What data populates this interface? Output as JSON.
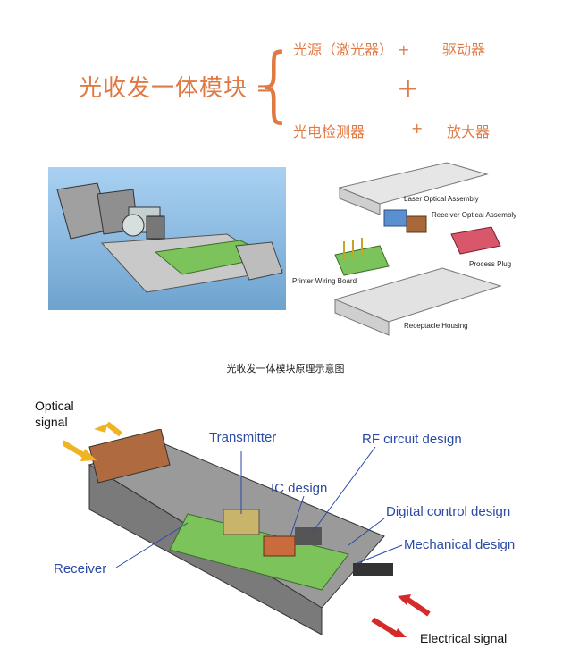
{
  "formula": {
    "left": "光收发一体模块 =",
    "row1_left": "光源（激光器） +",
    "row1_right": "驱动器",
    "middle_plus": "+",
    "row2_left": "光电检测器",
    "row2_plus": "+",
    "row2_right": "放大器"
  },
  "exploded_labels": {
    "laser": "Laser Optical Assembly",
    "receiver": "Receiver Optical Assembly",
    "plug": "Process Plug",
    "pwb": "Printer Wiring Board",
    "housing": "Receptacle Housing"
  },
  "caption": "光收发一体模块原理示意图",
  "module_labels": {
    "optical_signal": "Optical\nsignal",
    "transmitter": "Transmitter",
    "rf": "RF circuit design",
    "ic": "IC design",
    "digital": "Digital control design",
    "mechanical": "Mechanical design",
    "receiver": "Receiver",
    "electrical": "Electrical signal"
  },
  "colors": {
    "accent": "#e07a45",
    "label_blue": "#2a4aa5",
    "arrow_yellow": "#f0b323",
    "arrow_red": "#d42a2a",
    "pcb_green": "#7bc35a"
  }
}
